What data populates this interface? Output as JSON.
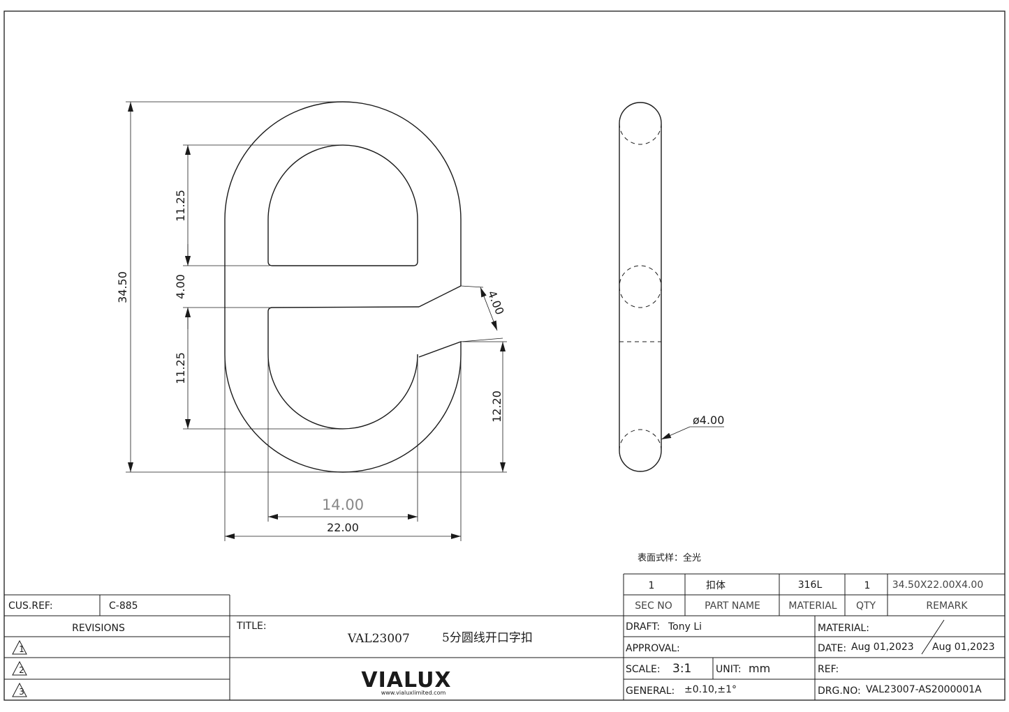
{
  "drawing": {
    "dims": {
      "overall_height": "34.50",
      "upper_opening": "11.25",
      "bar": "4.00",
      "lower_opening": "11.25",
      "gap": "4.00",
      "lower_height": "12.20",
      "inner_width": "14.00",
      "outer_width": "22.00",
      "wire_dia": "ø4.00"
    },
    "surface_note": "表面式样：全光"
  },
  "parts_table": {
    "row": {
      "sec_no": "1",
      "part_name": "扣体",
      "material": "316L",
      "qty": "1",
      "remark": "34.50X22.00X4.00"
    },
    "headers": {
      "sec_no": "SEC NO",
      "part_name": "PART NAME",
      "material": "MATERIAL",
      "qty": "QTY",
      "remark": "REMARK"
    }
  },
  "title_block": {
    "cus_ref_label": "CUS.REF:",
    "cus_ref_value": "C-885",
    "revisions_label": "REVISIONS",
    "revision_marks": [
      "1",
      "2",
      "3"
    ],
    "title_label": "TITLE:",
    "title_code": "VAL23007",
    "title_name": "5分圆线开口字扣",
    "logo": "VIALUX",
    "logo_url": "www.vialuxlimited.com",
    "draft_label": "DRAFT:",
    "draft_value": "Tony  Li",
    "approval_label": "APPROVAL:",
    "scale_label": "SCALE:",
    "scale_value": "3:1",
    "unit_label": "UNIT:",
    "unit_value": "mm",
    "general_label": "GENERAL:",
    "general_value": "±0.10,±1°",
    "material_label": "MATERIAL:",
    "date_label": "DATE:",
    "date_value_1": "Aug  01,2023",
    "date_value_2": "Aug  01,2023",
    "ref_label": "REF:",
    "drg_label": "DRG.NO:",
    "drg_value": "VAL23007-AS2000001A"
  }
}
